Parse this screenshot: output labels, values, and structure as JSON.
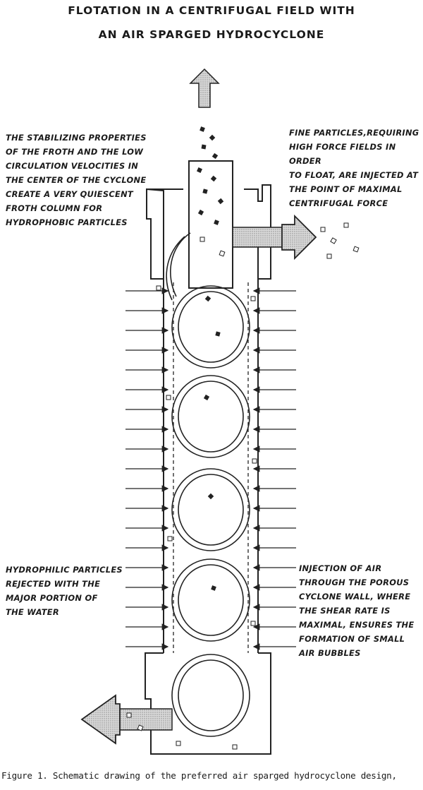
{
  "title": {
    "line1": "FLOTATION IN A CENTRIFUGAL FIELD WITH",
    "line2": "AN AIR SPARGED HYDROCYCLONE"
  },
  "annotations": {
    "froth_column": "THE STABILIZING PROPERTIES\nOF THE FROTH AND THE LOW\nCIRCULATION VELOCITIES IN\nTHE CENTER OF THE CYCLONE\nCREATE A VERY QUIESCENT\nFROTH COLUMN FOR\nHYDROPHOBIC PARTICLES",
    "fine_particles": "FINE PARTICLES,REQUIRING\nHIGH FORCE FIELDS IN ORDER\nTO FLOAT, ARE INJECTED AT\nTHE POINT OF MAXIMAL\nCENTRIFUGAL FORCE",
    "hydrophilic": "HYDROPHILIC PARTICLES\nREJECTED WITH THE\nMAJOR PORTION OF\nTHE WATER",
    "air_injection": "INJECTION OF AIR\nTHROUGH THE POROUS\nCYCLONE WALL, WHERE\nTHE SHEAR RATE IS\nMAXIMAL, ENSURES THE\nFORMATION OF SMALL\nAIR BUBBLES"
  },
  "caption": "Figure 1.  Schematic drawing of the preferred air sparged hydrocyclone design,"
}
